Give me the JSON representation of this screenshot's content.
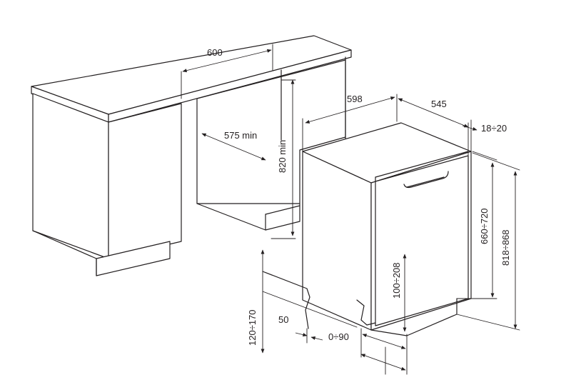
{
  "dimensions": {
    "worktop_depth": "600",
    "niche_depth": "575 min",
    "niche_height": "820 min",
    "appliance_width": "598",
    "appliance_depth": "545",
    "panel_thickness": "18÷20",
    "door_height": "660÷720",
    "overall_height": "818÷868",
    "plinth_adjust": "100÷208",
    "plinth_height": "120÷170",
    "plinth_setback": "50",
    "door_offset": "0÷90"
  }
}
